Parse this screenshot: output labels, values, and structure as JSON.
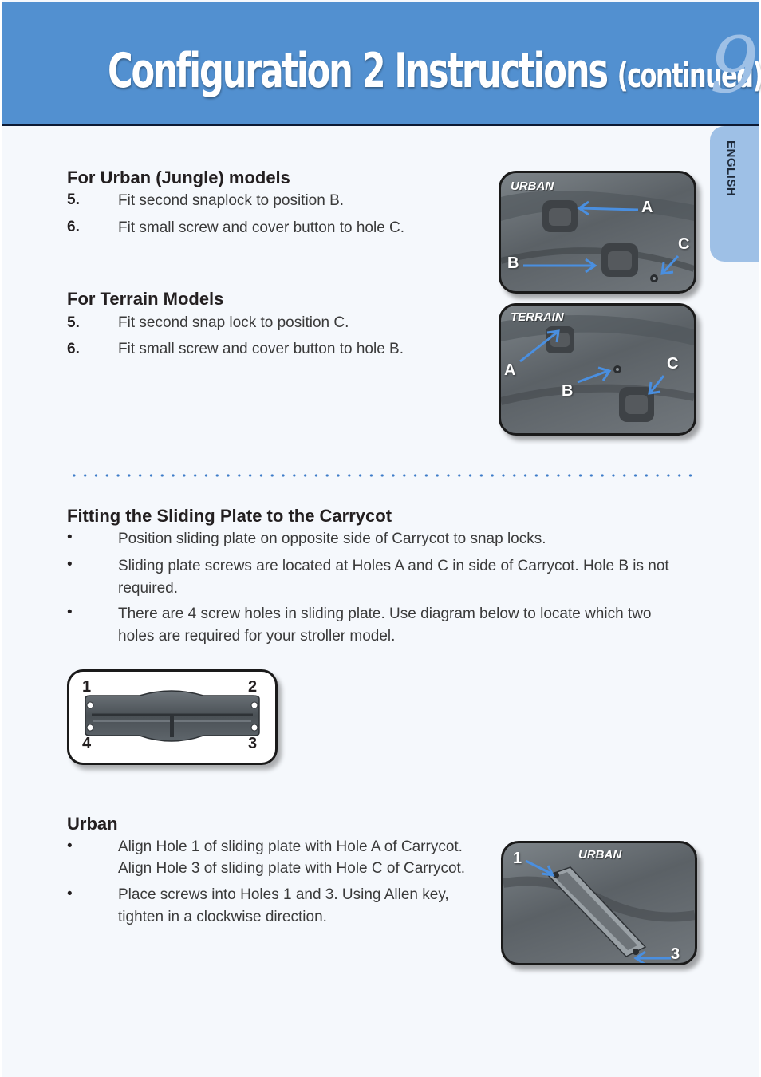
{
  "header": {
    "title_main": "Configuration 2 Instructions",
    "title_suffix": "(continued)",
    "page_number": "9",
    "language_tab": "ENGLISH"
  },
  "urban_jungle": {
    "heading": "For Urban (Jungle) models",
    "steps": [
      {
        "num": "5.",
        "text": "Fit second snaplock to position B."
      },
      {
        "num": "6.",
        "text": "Fit small screw and cover button to hole C."
      }
    ],
    "photo": {
      "label": "URBAN",
      "points": [
        "A",
        "B",
        "C"
      ]
    }
  },
  "terrain": {
    "heading": "For Terrain Models",
    "steps": [
      {
        "num": "5.",
        "text": "Fit second snap lock to position C."
      },
      {
        "num": "6.",
        "text": "Fit small screw and cover button to hole B."
      }
    ],
    "photo": {
      "label": "TERRAIN",
      "points": [
        "A",
        "B",
        "C"
      ]
    }
  },
  "sliding_plate": {
    "heading": "Fitting the Sliding Plate to the Carrycot",
    "bullets": [
      {
        "lines": [
          "Position sliding plate on opposite side of Carrycot to snap locks."
        ]
      },
      {
        "lines": [
          "Sliding plate screws are located at Holes A and C in side of Carrycot. Hole B is not",
          "required."
        ]
      },
      {
        "lines": [
          "There are 4 screw holes in sliding plate. Use diagram below to locate which two",
          "holes are required for your stroller model."
        ]
      }
    ],
    "diagram_holes": [
      "1",
      "2",
      "3",
      "4"
    ]
  },
  "urban": {
    "heading": "Urban",
    "bullets": [
      {
        "lines": [
          "Align Hole 1 of sliding plate with Hole A of Carrycot.",
          "Align Hole 3 of sliding plate with Hole C of Carrycot."
        ]
      },
      {
        "lines": [
          "Place screws into Holes 1 and 3. Using Allen key,",
          "tighten in a clockwise direction."
        ]
      }
    ],
    "photo": {
      "label": "URBAN",
      "points": [
        "1",
        "3"
      ]
    }
  },
  "colors": {
    "header_blue": "#5290d0",
    "tab_blue": "#9ec0e6",
    "arrow_blue": "#3d7cc9",
    "text": "#231f20"
  },
  "bullet_glyph": "•"
}
